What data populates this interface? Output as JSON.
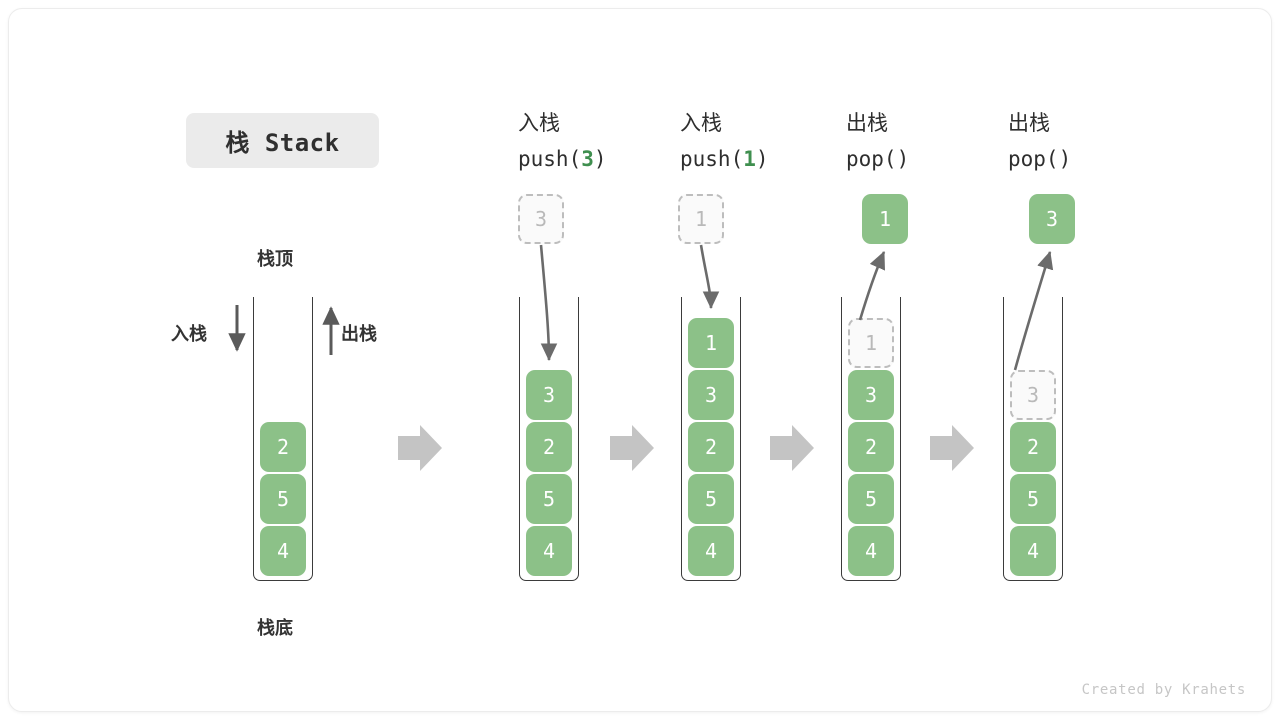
{
  "title": {
    "text": "栈 Stack"
  },
  "labels": {
    "stack_top": "栈顶",
    "stack_bottom": "栈底",
    "push_side": "入栈",
    "pop_side": "出栈"
  },
  "footer": {
    "credit": "Created by Krahets"
  },
  "colors": {
    "block_fill": "#8cc188",
    "block_text": "#ffffff",
    "ghost_fill": "#fafafa",
    "ghost_border": "#bdbdbd",
    "ghost_text": "#b9b9b9",
    "accent_green": "#3f8f4f",
    "arrow_gray": "#6b6b6b",
    "flow_arrow_gray": "#c4c4c4",
    "container_border": "#3b3b3b",
    "chip_bg": "#ebebeb"
  },
  "stages": [
    {
      "id": "initial",
      "op_cn": "",
      "op_code_prefix": "",
      "op_code_value": "",
      "op_code_suffix": "",
      "blocks": [
        "2",
        "5",
        "4"
      ],
      "floating": null
    },
    {
      "id": "push-3",
      "op_cn": "入栈",
      "op_code_prefix": "push(",
      "op_code_value": "3",
      "op_code_suffix": ")",
      "blocks": [
        "3",
        "2",
        "5",
        "4"
      ],
      "floating": {
        "value": "3",
        "style": "ghost",
        "direction": "down"
      }
    },
    {
      "id": "push-1",
      "op_cn": "入栈",
      "op_code_prefix": "push(",
      "op_code_value": "1",
      "op_code_suffix": ")",
      "blocks": [
        "1",
        "3",
        "2",
        "5",
        "4"
      ],
      "floating": {
        "value": "1",
        "style": "ghost",
        "direction": "down"
      }
    },
    {
      "id": "pop-1",
      "op_cn": "出栈",
      "op_code_prefix": "pop(",
      "op_code_value": "",
      "op_code_suffix": ")",
      "blocks": [
        "1",
        "3",
        "2",
        "5",
        "4"
      ],
      "ghost_top_index": 0,
      "floating": {
        "value": "1",
        "style": "solid",
        "direction": "up"
      }
    },
    {
      "id": "pop-3",
      "op_cn": "出栈",
      "op_code_prefix": "pop(",
      "op_code_value": "",
      "op_code_suffix": ")",
      "blocks": [
        "3",
        "2",
        "5",
        "4"
      ],
      "ghost_top_index": 0,
      "floating": {
        "value": "3",
        "style": "solid",
        "direction": "up"
      }
    }
  ],
  "stage_values": {
    "s0_b0": "2",
    "s0_b1": "5",
    "s0_b2": "4",
    "s1_float": "3",
    "s1_b0": "3",
    "s1_b1": "2",
    "s1_b2": "5",
    "s1_b3": "4",
    "s2_float": "1",
    "s2_b0": "1",
    "s2_b1": "3",
    "s2_b2": "2",
    "s2_b3": "5",
    "s2_b4": "4",
    "s3_float": "1",
    "s3_b0": "1",
    "s3_b1": "3",
    "s3_b2": "2",
    "s3_b3": "5",
    "s3_b4": "4",
    "s4_float": "3",
    "s4_b0": "3",
    "s4_b1": "2",
    "s4_b2": "5",
    "s4_b3": "4"
  },
  "op_text": {
    "s1_cn": "入栈",
    "s1_pre": "push(",
    "s1_num": "3",
    "s1_post": ")",
    "s2_cn": "入栈",
    "s2_pre": "push(",
    "s2_num": "1",
    "s2_post": ")",
    "s3_cn": "出栈",
    "s3_pre": "pop(",
    "s3_num": "",
    "s3_post": ")",
    "s4_cn": "出栈",
    "s4_pre": "pop(",
    "s4_num": "",
    "s4_post": ")"
  }
}
